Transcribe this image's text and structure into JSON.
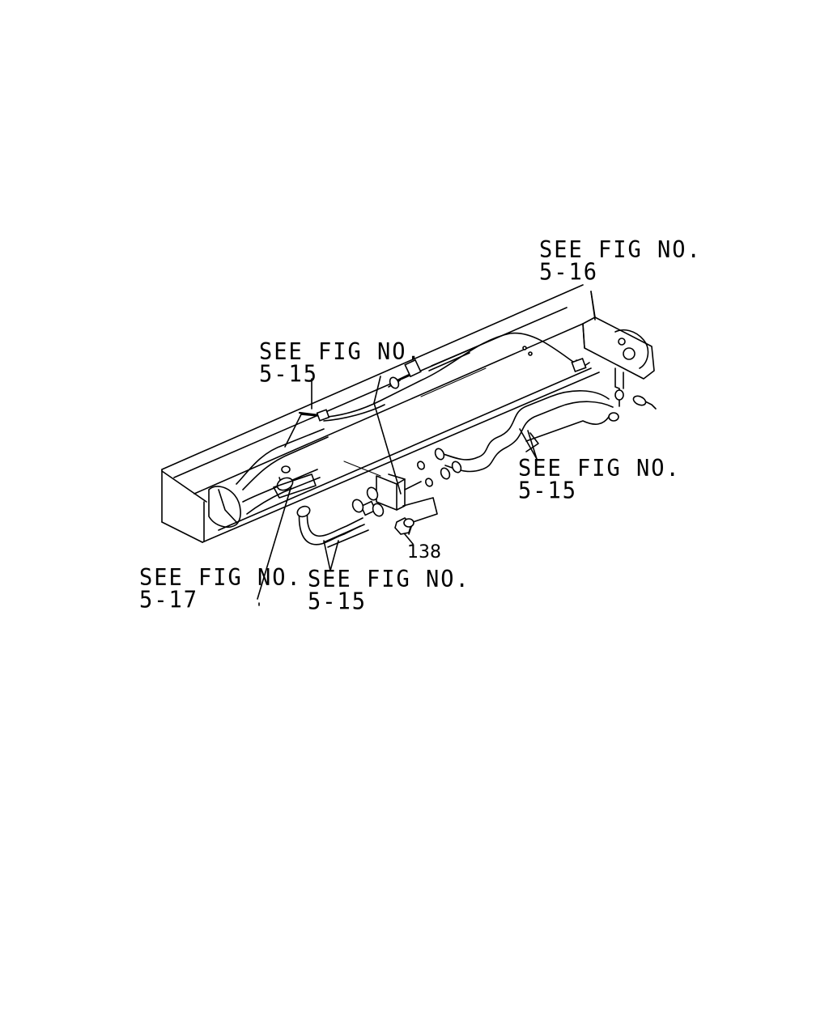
{
  "callouts": [
    {
      "id": "fig-5-16",
      "line1": "SEE FIG NO.",
      "line2": "5-16"
    },
    {
      "id": "fig-5-15-upper",
      "line1": "SEE FIG NO.",
      "line2": "5-15"
    },
    {
      "id": "fig-5-15-right",
      "line1": "SEE FIG NO.",
      "line2": "5-15"
    },
    {
      "id": "fig-5-17",
      "line1": "SEE FIG NO.",
      "line2": "5-17"
    },
    {
      "id": "fig-5-15-lower",
      "line1": "SEE FIG NO.",
      "line2": "5-15"
    }
  ],
  "part_numbers": [
    {
      "id": "part-138",
      "label": "138"
    }
  ]
}
